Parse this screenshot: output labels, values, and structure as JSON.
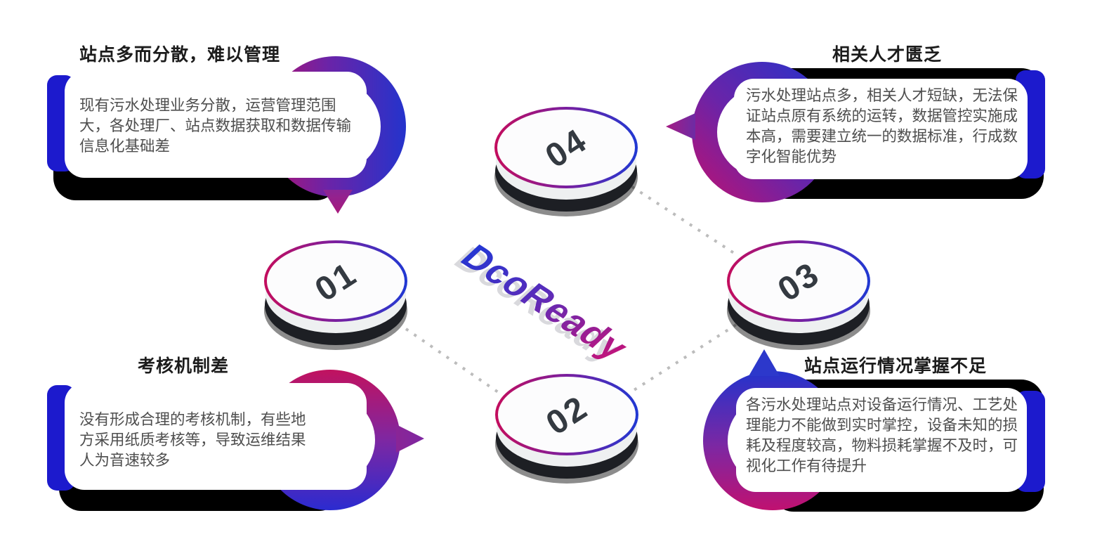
{
  "logo": {
    "text": "DcoReady"
  },
  "steps": [
    {
      "label": "01"
    },
    {
      "label": "02"
    },
    {
      "label": "03"
    },
    {
      "label": "04"
    }
  ],
  "callouts": {
    "top_left": {
      "title": "站点多而分散，难以管理",
      "body": "现有污水处理业务分散，运营管理范围大，各处理厂、站点数据获取和数据传输信息化基础差"
    },
    "top_right": {
      "title": "相关人才匮乏",
      "body": "污水处理站点多，相关人才短缺，无法保证站点原有系统的运转，数据管控实施成本高，需要建立统一的数据标准，行成数字化智能优势"
    },
    "bottom_left": {
      "title": "考核机制差",
      "body": "没有形成合理的考核机制，有些地方采用纸质考核等，导致运维结果人为音速较多"
    },
    "bottom_right": {
      "title": "站点运行情况掌握不足",
      "body": "各污水处理站点对设备运行情况、工艺处理能力不能做到实时掌控，设备未知的损耗及程度较高，物料损耗掌握不及时，可视化工作有待提升"
    }
  },
  "colors": {
    "deep_blue_bar": "#1c1acd",
    "gradient_blue": "#2433cc",
    "gradient_magenta": "#c1125f",
    "tail_purple": "#7e27a2",
    "dot_gray": "#bcbcbc",
    "number_text": "#343a41",
    "title_text": "#1c1c1c",
    "body_text": "#4e4e4e"
  }
}
